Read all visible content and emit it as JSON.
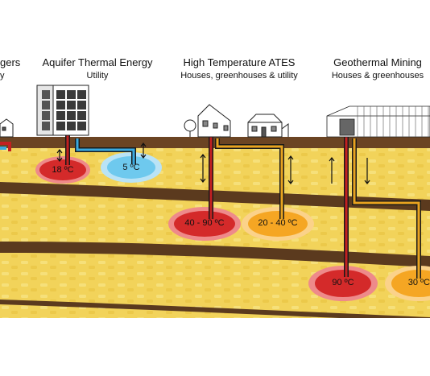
{
  "sections": [
    {
      "title": "gers",
      "subtitle": "y"
    },
    {
      "title": "Aquifer Thermal Energy",
      "subtitle": "Utility"
    },
    {
      "title": "High Temperature ATES",
      "subtitle": "Houses, greenhouses & utility"
    },
    {
      "title": "Geothermal Mining",
      "subtitle": "Houses & greenhouses"
    }
  ],
  "reservoirs": [
    {
      "label": "18 ºC",
      "kind": "hot"
    },
    {
      "label": "5 ºC",
      "kind": "cold"
    },
    {
      "label": "40 - 90 ºC",
      "kind": "hot"
    },
    {
      "label": "20 - 40 ºC",
      "kind": "warm"
    },
    {
      "label": "90 ºC",
      "kind": "hot"
    },
    {
      "label": "30 ºC",
      "kind": "warm"
    }
  ],
  "colors": {
    "soil_yellow": "#f2d35a",
    "clay_brown": "#5b3a1e",
    "hot_red": "#d42a2a",
    "warm_orange": "#f5a623",
    "cold_blue": "#6ec9ee",
    "pipe_hot": "#c32020",
    "pipe_warm": "#e8a21f",
    "pipe_cold": "#3aa9e0"
  }
}
